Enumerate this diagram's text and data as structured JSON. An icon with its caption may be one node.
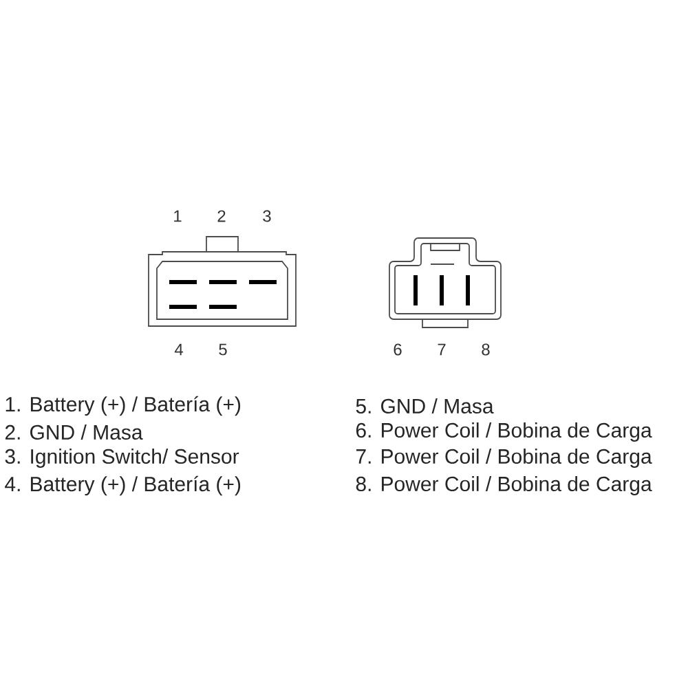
{
  "diagram": {
    "labels": [
      "1",
      "2",
      "3",
      "4",
      "5",
      "6",
      "7",
      "8",
      "1. Battery (+) / Batería (+)",
      "2. GND / Masa",
      "3. Ignition Switch/ Sensor",
      "4. Battery (+) / Batería (+)",
      "5. GND / Masa",
      "6. Power Coil / Bobina de Carga",
      "7. Power Coil / Bobina de Carga",
      "8. Power Coil / Bobina de Carga"
    ]
  }
}
